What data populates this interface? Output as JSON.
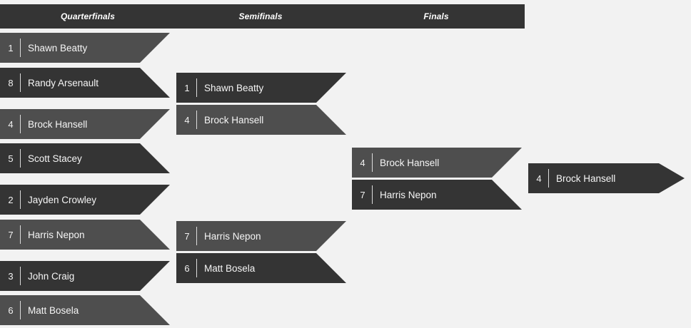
{
  "header": {
    "background_color": "#343434",
    "rounds": [
      {
        "key": "quarterfinals",
        "label": "Quarterfinals"
      },
      {
        "key": "semifinals",
        "label": "Semifinals"
      },
      {
        "key": "finals",
        "label": "Finals"
      }
    ]
  },
  "palette": {
    "page_background": "#f2f2f2",
    "row_light": "#4e4e4e",
    "row_dark": "#343434",
    "text": "#f5f5f5",
    "divider": "#dcdcdc"
  },
  "bracket": {
    "quarterfinals": {
      "matches": [
        {
          "id": "qf1",
          "competitors": [
            {
              "seed": "1",
              "name": "Shawn Beatty",
              "shade": "light"
            },
            {
              "seed": "8",
              "name": "Randy Arsenault",
              "shade": "dark"
            }
          ]
        },
        {
          "id": "qf2",
          "competitors": [
            {
              "seed": "4",
              "name": "Brock Hansell",
              "shade": "light"
            },
            {
              "seed": "5",
              "name": "Scott Stacey",
              "shade": "dark"
            }
          ]
        },
        {
          "id": "qf3",
          "competitors": [
            {
              "seed": "2",
              "name": "Jayden Crowley",
              "shade": "dark"
            },
            {
              "seed": "7",
              "name": "Harris Nepon",
              "shade": "light"
            }
          ]
        },
        {
          "id": "qf4",
          "competitors": [
            {
              "seed": "3",
              "name": "John Craig",
              "shade": "dark"
            },
            {
              "seed": "6",
              "name": "Matt Bosela",
              "shade": "light"
            }
          ]
        }
      ]
    },
    "semifinals": {
      "matches": [
        {
          "id": "sf1",
          "competitors": [
            {
              "seed": "1",
              "name": "Shawn Beatty",
              "shade": "dark"
            },
            {
              "seed": "4",
              "name": "Brock Hansell",
              "shade": "light"
            }
          ]
        },
        {
          "id": "sf2",
          "competitors": [
            {
              "seed": "7",
              "name": "Harris Nepon",
              "shade": "light"
            },
            {
              "seed": "6",
              "name": "Matt Bosela",
              "shade": "dark"
            }
          ]
        }
      ]
    },
    "finals": {
      "matches": [
        {
          "id": "f1",
          "competitors": [
            {
              "seed": "4",
              "name": "Brock Hansell",
              "shade": "light"
            },
            {
              "seed": "7",
              "name": "Harris Nepon",
              "shade": "dark"
            }
          ]
        }
      ]
    },
    "champion": {
      "id": "champion",
      "seed": "4",
      "name": "Brock Hansell",
      "shade": "dark"
    }
  }
}
